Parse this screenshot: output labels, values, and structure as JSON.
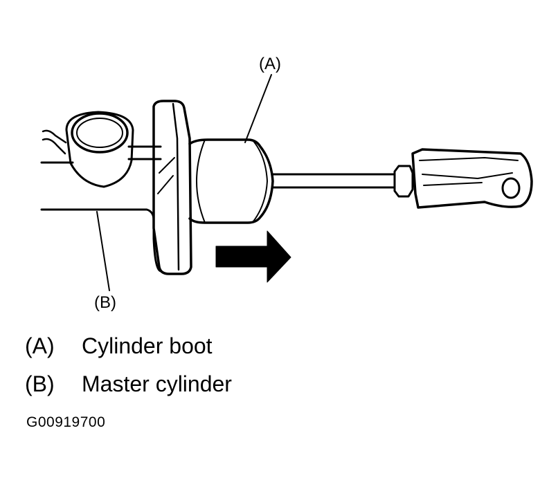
{
  "callouts": {
    "a": "(A)",
    "b": "(B)"
  },
  "legend": [
    {
      "key": "(A)",
      "label": "Cylinder boot"
    },
    {
      "key": "(B)",
      "label": "Master cylinder"
    }
  ],
  "figure_code": "G00919700",
  "colors": {
    "ink": "#000000",
    "paper": "#ffffff"
  }
}
